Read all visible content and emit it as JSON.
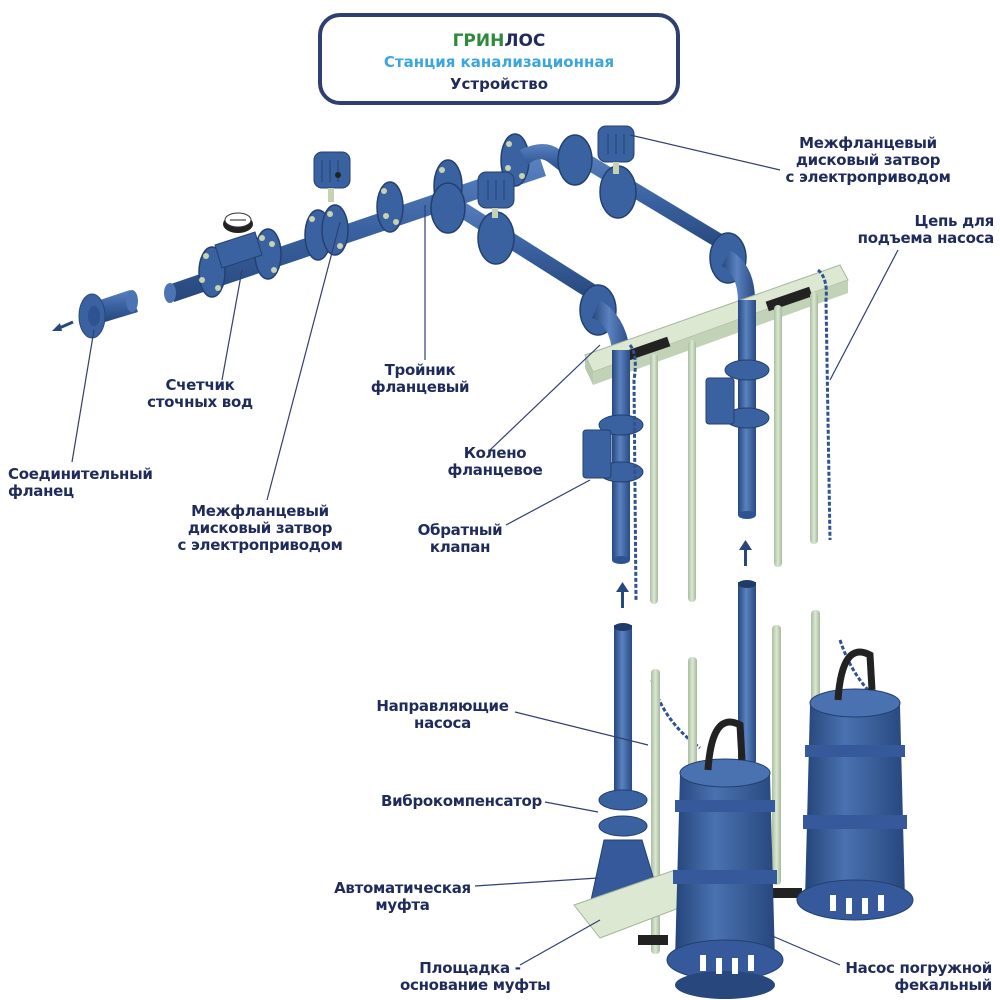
{
  "title": {
    "brand_green": "ГРИН",
    "brand_dark": "ЛОС",
    "subtitle": "Станция канализационная",
    "section": "Устройство"
  },
  "labels": {
    "butterfly_valve_top": "Межфланцевый\nдисковый затвор\nс электроприводом",
    "lift_chain": "Цепь для\nподъема насоса",
    "wastewater_meter": "Счетчик\nсточных вод",
    "flanged_tee": "Тройник\nфланцевый",
    "flanged_elbow": "Колено\nфланцевое",
    "check_valve": "Обратный\nклапан",
    "connecting_flange": "Соединительный\nфланец",
    "butterfly_valve_left": "Межфланцевый\nдисковый затвор\nс электроприводом",
    "pump_guides": "Направляющие\nнасоса",
    "vibration_compensator": "Виброкомпенсатор",
    "auto_coupling": "Автоматическая\nмуфта",
    "coupling_base": "Площадка -\nоснование муфты",
    "sewage_pump": "Насос погружной\nфекальный"
  },
  "colors": {
    "pipe_blue": "#3a62a0",
    "pipe_dark": "#27477d",
    "guide_green": "#c9dcc0",
    "text_navy": "#1f2b5a",
    "brand_green": "#2c8a3a",
    "subtitle_blue": "#3aa6dd"
  }
}
